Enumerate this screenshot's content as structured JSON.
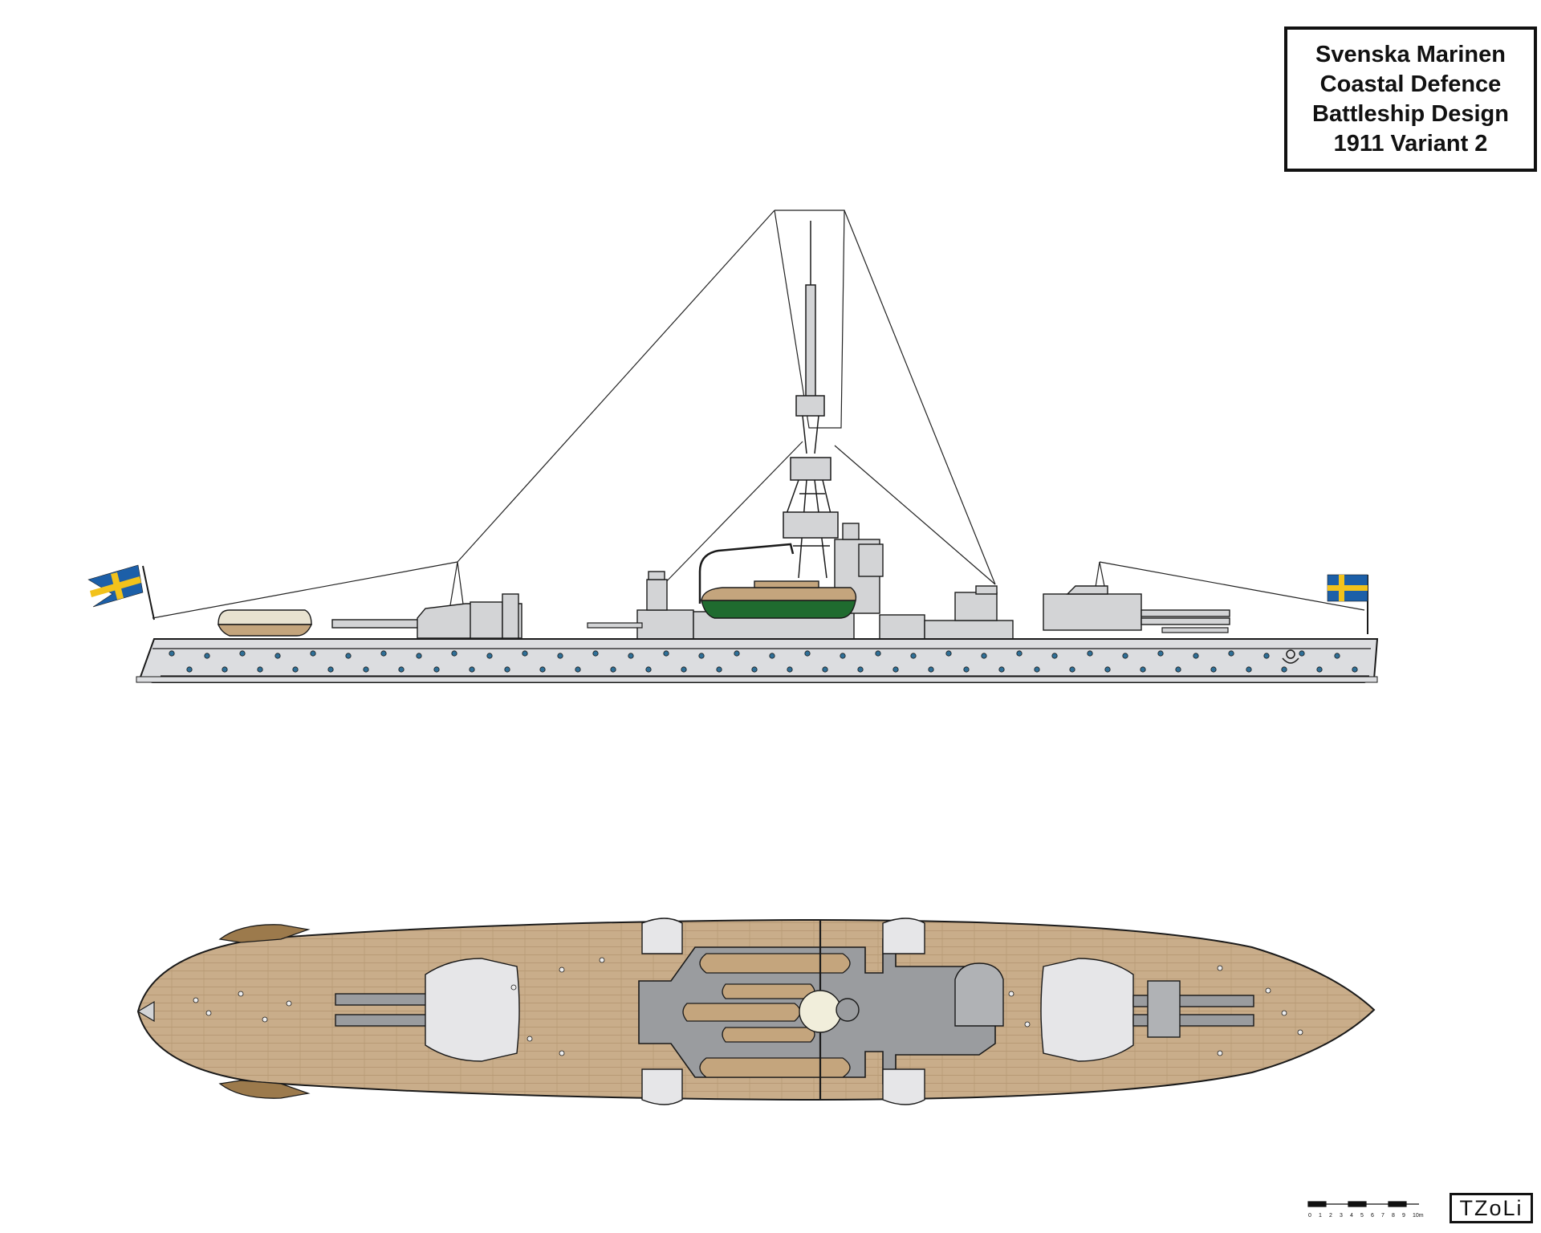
{
  "title": {
    "line1": "Svenska Marinen",
    "line2": "Coastal Defence",
    "line3": "Battleship Design",
    "line4": "1911 Variant 2"
  },
  "scale_bar": {
    "ticks": [
      "0",
      "1",
      "2",
      "3",
      "4",
      "5",
      "6",
      "7",
      "8",
      "9",
      "10m"
    ]
  },
  "signature": "TZoLi",
  "colors": {
    "hull_grey": "#dcdde0",
    "superstructure_grey": "#d3d4d6",
    "deck_wood": "#c9ad8a",
    "boat_hull": "#c4a57d",
    "boat_green": "#1f6b2f",
    "flag_blue": "#1c5fa8",
    "flag_yellow": "#f2c21b",
    "porthole_blue": "#2f6f97",
    "outline": "#1a1a1a"
  },
  "views": [
    "side-profile",
    "top-plan"
  ]
}
